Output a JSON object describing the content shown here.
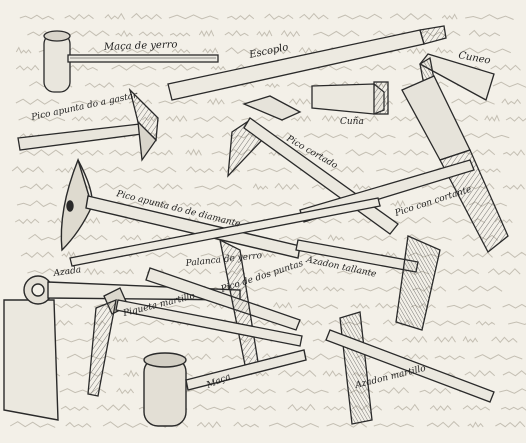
{
  "labels": {
    "maza_de_yerro": "Maça de yerro",
    "escoplo": "Escoplo",
    "cuneo": "Cuneo",
    "cuna": "Cuña",
    "pico_apuntado_gastar": "Pico apunta do a gastar",
    "pico_cortado": "Pico cortado",
    "pico_apuntado_diamante": "Pico apunta do de diamante",
    "pico_cortante": "Pico con cortante",
    "palanca_de_yerro": "Palanca de yerro",
    "azadon_tallante": "Azadon tallante",
    "azada": "Azada",
    "pico_de_dos_puntas": "Pico de dos puntas",
    "piqueta_martillo": "Piqueta martillo",
    "maza": "Maça",
    "azadon_martillo": "Azadon martillo"
  },
  "colors": {
    "paper": "#f3f0e8",
    "ink": "#2a2a2a",
    "faint_script": "#b9b3a6"
  }
}
